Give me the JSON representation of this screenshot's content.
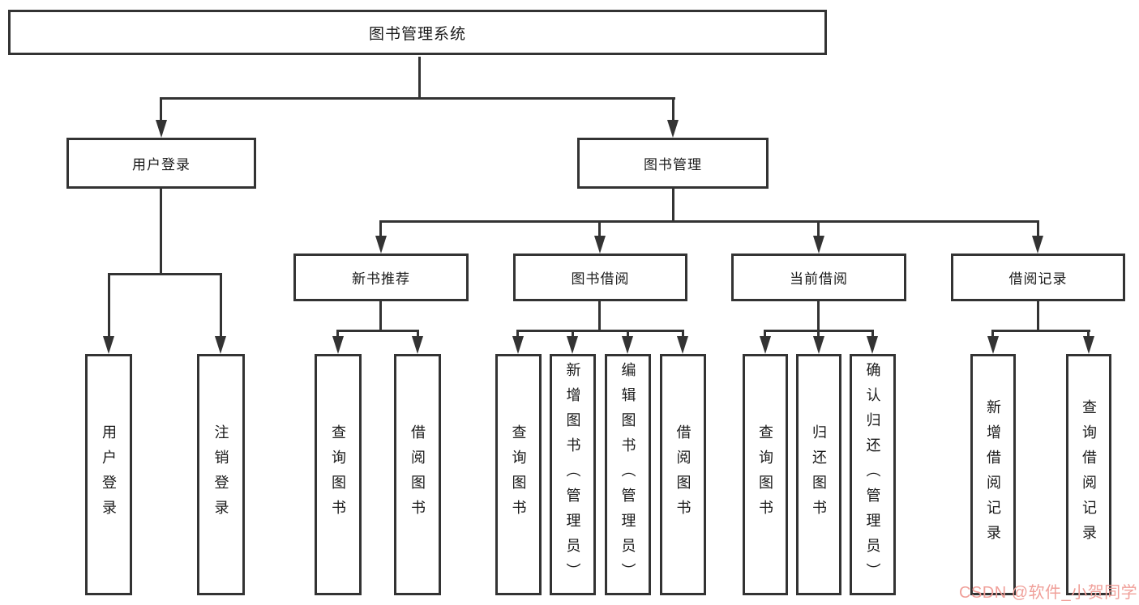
{
  "colors": {
    "line": "#333333",
    "box_border": "#333333",
    "text": "#1a1a1a",
    "watermark": "#f0a09a",
    "background": "#ffffff"
  },
  "watermark": {
    "text": "CSDN @软件_小贺同学"
  },
  "tree": {
    "root": {
      "label": "图书管理系统"
    },
    "branches": [
      {
        "label": "用户登录",
        "children": [
          {
            "label": "用户登录"
          },
          {
            "label": "注销登录"
          }
        ]
      },
      {
        "label": "图书管理",
        "groups": [
          {
            "label": "新书推荐",
            "children": [
              {
                "label": "查询图书"
              },
              {
                "label": "借阅图书"
              }
            ]
          },
          {
            "label": "图书借阅",
            "children": [
              {
                "label": "查询图书"
              },
              {
                "label": "新增图书（管理员）"
              },
              {
                "label": "编辑图书（管理员）"
              },
              {
                "label": "借阅图书"
              }
            ]
          },
          {
            "label": "当前借阅",
            "children": [
              {
                "label": "查询图书"
              },
              {
                "label": "归还图书"
              },
              {
                "label": "确认归还（管理员）"
              }
            ]
          },
          {
            "label": "借阅记录",
            "children": [
              {
                "label": "新增借阅记录"
              },
              {
                "label": "查询借阅记录"
              }
            ]
          }
        ]
      }
    ]
  }
}
